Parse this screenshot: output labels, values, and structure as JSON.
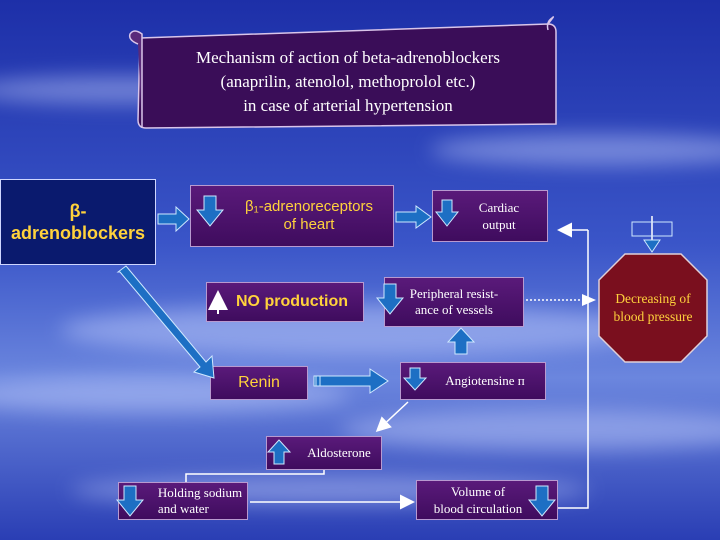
{
  "title": "Mechanism of action of beta-adrenoblockers\n(anaprilin, atenolol, methoprolol etc.)\nin case of arterial hypertension",
  "nodes": {
    "beta_blockers": "β-\nadrenoblockers",
    "receptors": "β₁-adrenoreceptors\nof heart",
    "cardiac_output": "Cardiac\noutput",
    "no_production": "NO production",
    "peripheral_resistance": "Peripheral resist-\nance of vessels",
    "decreasing_bp": "Decreasing of\nblood pressure",
    "renin": "Renin",
    "angiotensine": "Angiotensine п",
    "aldosterone": "Aldosterone",
    "holding_sodium": "Holding sodium\nand water",
    "volume_blood": "Volume of\nblood circulation"
  },
  "colors": {
    "purple_box": "#4a1268",
    "blue_box": "#0a1a6e",
    "octagon": "#7a0f1e",
    "yellow_text": "#ffd23c",
    "arrow_fill": "#1d6fc4",
    "arrow_edge": "#cfe8ff"
  }
}
